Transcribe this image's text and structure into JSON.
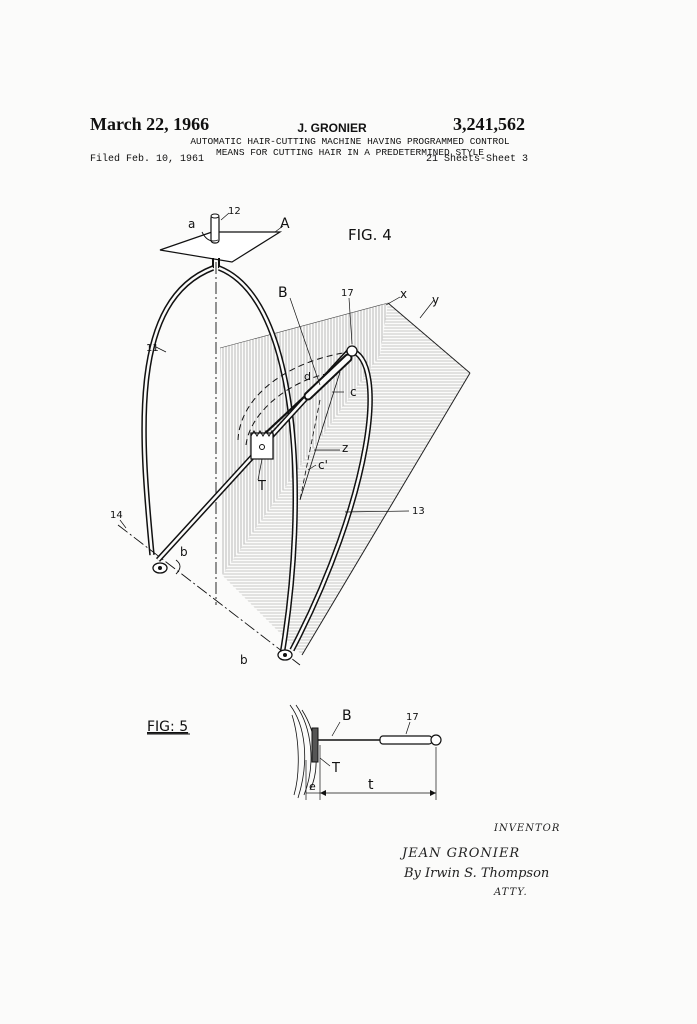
{
  "header": {
    "date": "March 22, 1966",
    "inventor": "J. GRONIER",
    "patent_number": "3,241,562",
    "title_line1": "AUTOMATIC HAIR-CUTTING MACHINE HAVING PROGRAMMED CONTROL",
    "title_line2": "MEANS FOR CUTTING HAIR IN A PREDETERMINED STYLE",
    "filed": "Filed Feb. 10, 1961",
    "sheet": "21 Sheets-Sheet 3"
  },
  "fig4": {
    "caption": "FIG. 4",
    "labels": {
      "a": "a",
      "num12": "12",
      "A": "A",
      "B": "B",
      "num17": "17",
      "x": "x",
      "y": "y",
      "num11": "11",
      "d": "d",
      "c": "c",
      "z": "z",
      "c_prime": "c'",
      "T": "T",
      "num13": "13",
      "num14": "14",
      "b_left": "b",
      "b_bottom": "b"
    }
  },
  "fig5": {
    "caption": "FIG: 5",
    "labels": {
      "B": "B",
      "num17": "17",
      "T": "T",
      "e": "e",
      "t": "t"
    }
  },
  "signature": {
    "inventor_label": "INVENTOR",
    "inventor_name": "JEAN GRONIER",
    "by_line": "By Irwin S. Thompson",
    "atty": "ATTY."
  }
}
